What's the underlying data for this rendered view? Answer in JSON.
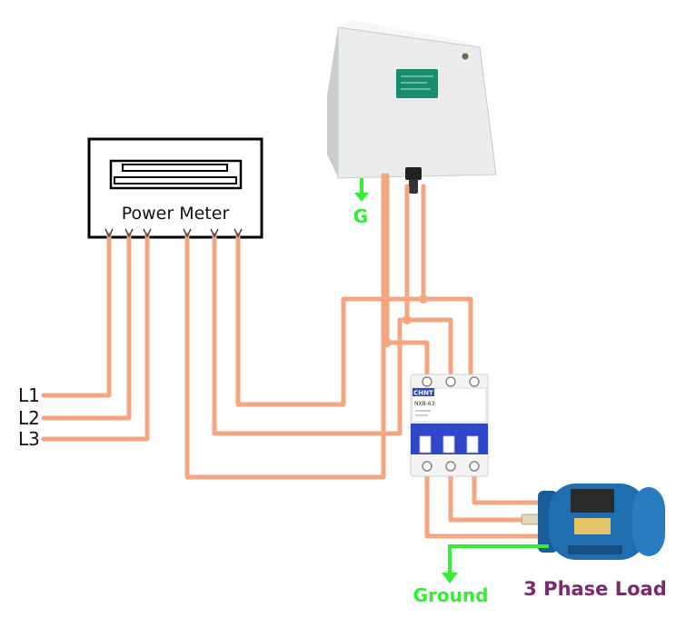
{
  "labels": {
    "l1": "L1",
    "l2": "L2",
    "l3": "L3",
    "power_meter": "Power Meter",
    "g": "G",
    "ground": "Ground",
    "load": "3 Phase Load",
    "breaker_brand": "CHNT",
    "breaker_model": "NXB-63"
  },
  "colors": {
    "wire": "#f4a582",
    "ground_wire": "#33ee33",
    "load_text": "#7b2a6b",
    "motor_body": "#1f6fb0",
    "enclosure": "#e9eceb",
    "nameplate": "#1a8c6e",
    "breaker_blue": "#2f47c8"
  },
  "components": {
    "meter": "power-meter",
    "enclosure": "enclosure-box",
    "breaker": "three-pole-circuit-breaker",
    "motor": "three-phase-motor"
  }
}
